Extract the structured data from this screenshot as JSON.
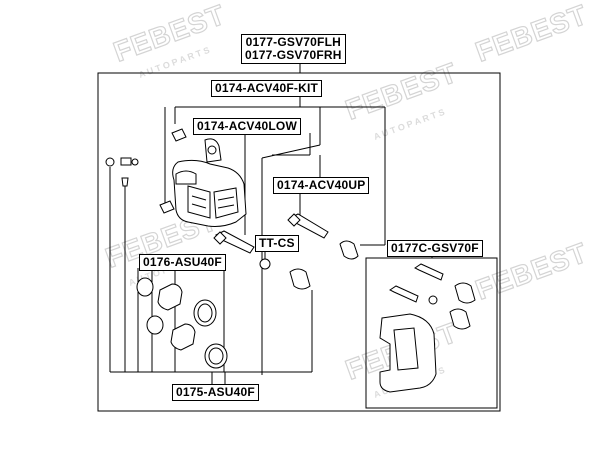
{
  "watermark": {
    "brand": "FEBEST",
    "tagline": "A U T O   P A R T S",
    "color": "#d4d4d4"
  },
  "labels": {
    "assembly_left": "0177-GSV70FLH",
    "assembly_right": "0177-GSV70FRH",
    "kit": "0174-ACV40F-KIT",
    "lower_pin": "0174-ACV40LOW",
    "upper_pin": "0174-ACV40UP",
    "tt_cs": "TT-CS",
    "repair_kit": "0176-ASU40F",
    "piston": "0175-ASU40F",
    "bracket": "0177C-GSV70F"
  },
  "colors": {
    "line": "#000000",
    "part_fill": "#ffffff",
    "label_border": "#000000"
  }
}
